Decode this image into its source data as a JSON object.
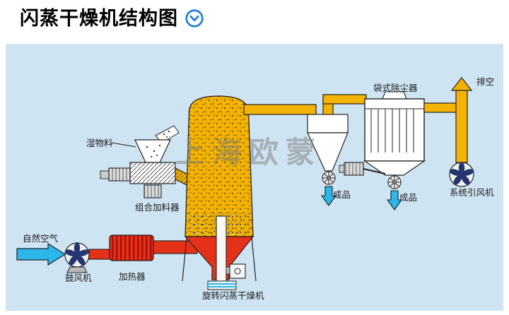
{
  "header": {
    "title": "闪蒸干燥机结构图"
  },
  "diagram": {
    "watermark": "上海欧蒙",
    "labels": {
      "wet_material": "湿物料",
      "combined_feeder": "组合加料器",
      "natural_air": "自然空气",
      "blower": "鼓风机",
      "heater": "加热器",
      "rotary_flash_dryer": "旋转闪蒸干燥机",
      "bag_dust_collector": "袋式除尘器",
      "product_cyclone": "成品",
      "product_baghouse": "成品",
      "system_induced_draft_fan": "系统引风机",
      "exhaust": "排空"
    },
    "colors": {
      "canvas_blue": "#cfe4f3",
      "tower_yellow": "#f3b300",
      "heater_red": "#e63119",
      "air_cyan": "#2cb6ea",
      "fan_navy": "#24356f",
      "title_icon_blue": "#1d7fd6",
      "watermark_gray": "#7d7d7d"
    }
  }
}
